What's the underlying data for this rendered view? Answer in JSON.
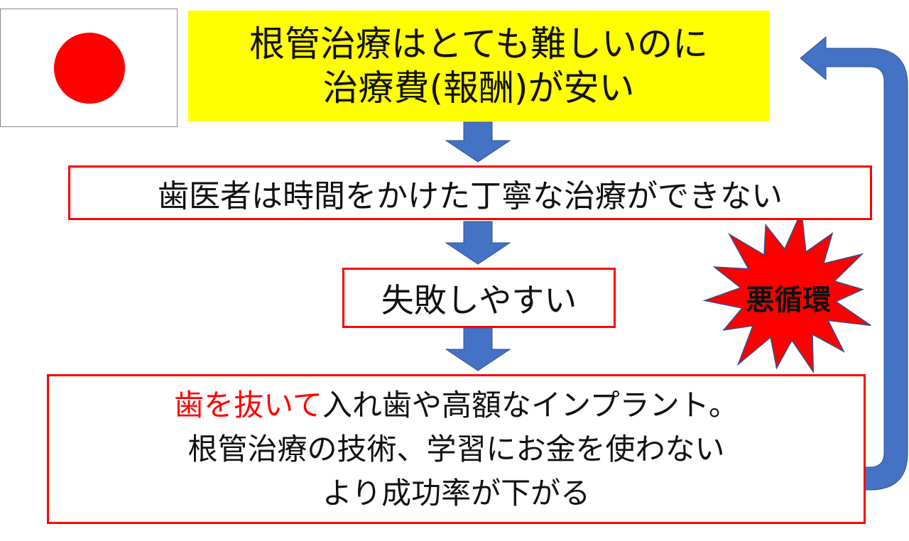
{
  "colors": {
    "arrow": "#4472C4",
    "box_border": "#FF0000",
    "highlight": "#FFFF00",
    "star": "#FF0000",
    "flag_sun": "#FF0000"
  },
  "flag": {
    "icon": "japan-flag-icon"
  },
  "step1": {
    "line1": "根管治療はとても難しいのに",
    "line2": "治療費(報酬)が安い"
  },
  "step2": {
    "text": "歯医者は時間をかけた丁寧な治療ができない"
  },
  "step3": {
    "text": "失敗しやすい"
  },
  "step4": {
    "line1_highlight": "歯を抜いて",
    "line1_rest": "入れ歯や高額なインプラント。",
    "line2": "根管治療の技術、学習にお金を使わない",
    "line3": "より成功率が下がる"
  },
  "badge": {
    "text": "悪循環"
  }
}
